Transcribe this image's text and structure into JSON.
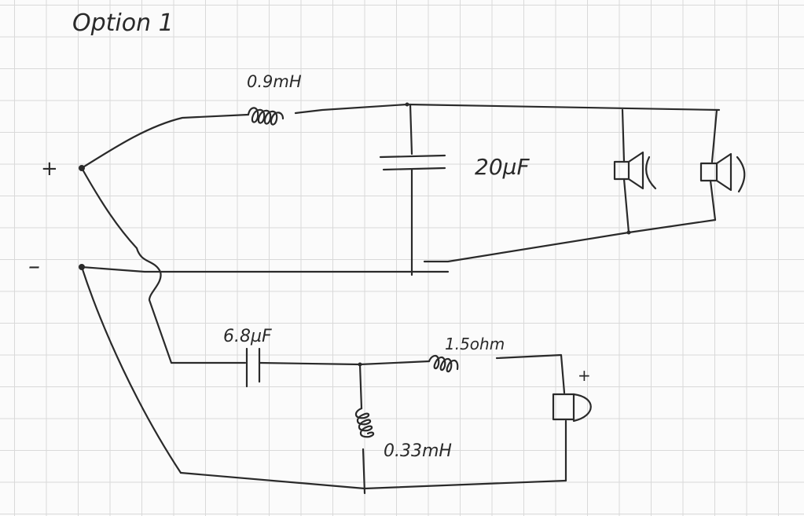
{
  "title": "Option 1",
  "terminals": {
    "plus": "+",
    "minus": "–"
  },
  "components": {
    "woofer_inductor": "0.9mH",
    "woofer_capacitor": "20µF",
    "tweeter_capacitor": "6.8µF",
    "tweeter_resistor": "1.5ohm",
    "tweeter_inductor": "0.33mH",
    "tweeter_polarity": "+"
  },
  "icons": {
    "woofer_speakers": "speaker-icon",
    "tweeter": "tweeter-icon"
  },
  "colors": {
    "ink": "#2a2a2a",
    "paper": "#fbfbfb",
    "grid": "#d9d9d9"
  }
}
